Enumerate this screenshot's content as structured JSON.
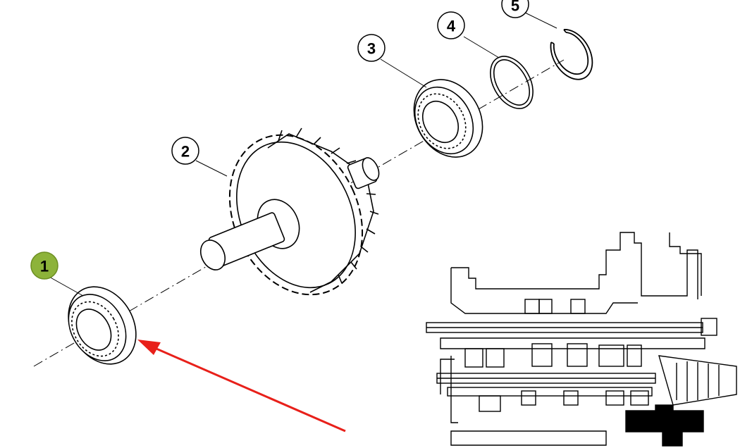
{
  "diagram": {
    "callouts": [
      {
        "number": "1",
        "highlighted": true
      },
      {
        "number": "2",
        "highlighted": false
      },
      {
        "number": "3",
        "highlighted": false
      },
      {
        "number": "4",
        "highlighted": false
      },
      {
        "number": "5",
        "highlighted": false
      }
    ],
    "colors": {
      "highlight": "#8db33a",
      "arrow": "#e8201a",
      "line": "#000000",
      "background": "#ffffff"
    },
    "parts": [
      "bearing",
      "gear-shaft",
      "bearing",
      "shim-ring",
      "snap-ring"
    ]
  }
}
